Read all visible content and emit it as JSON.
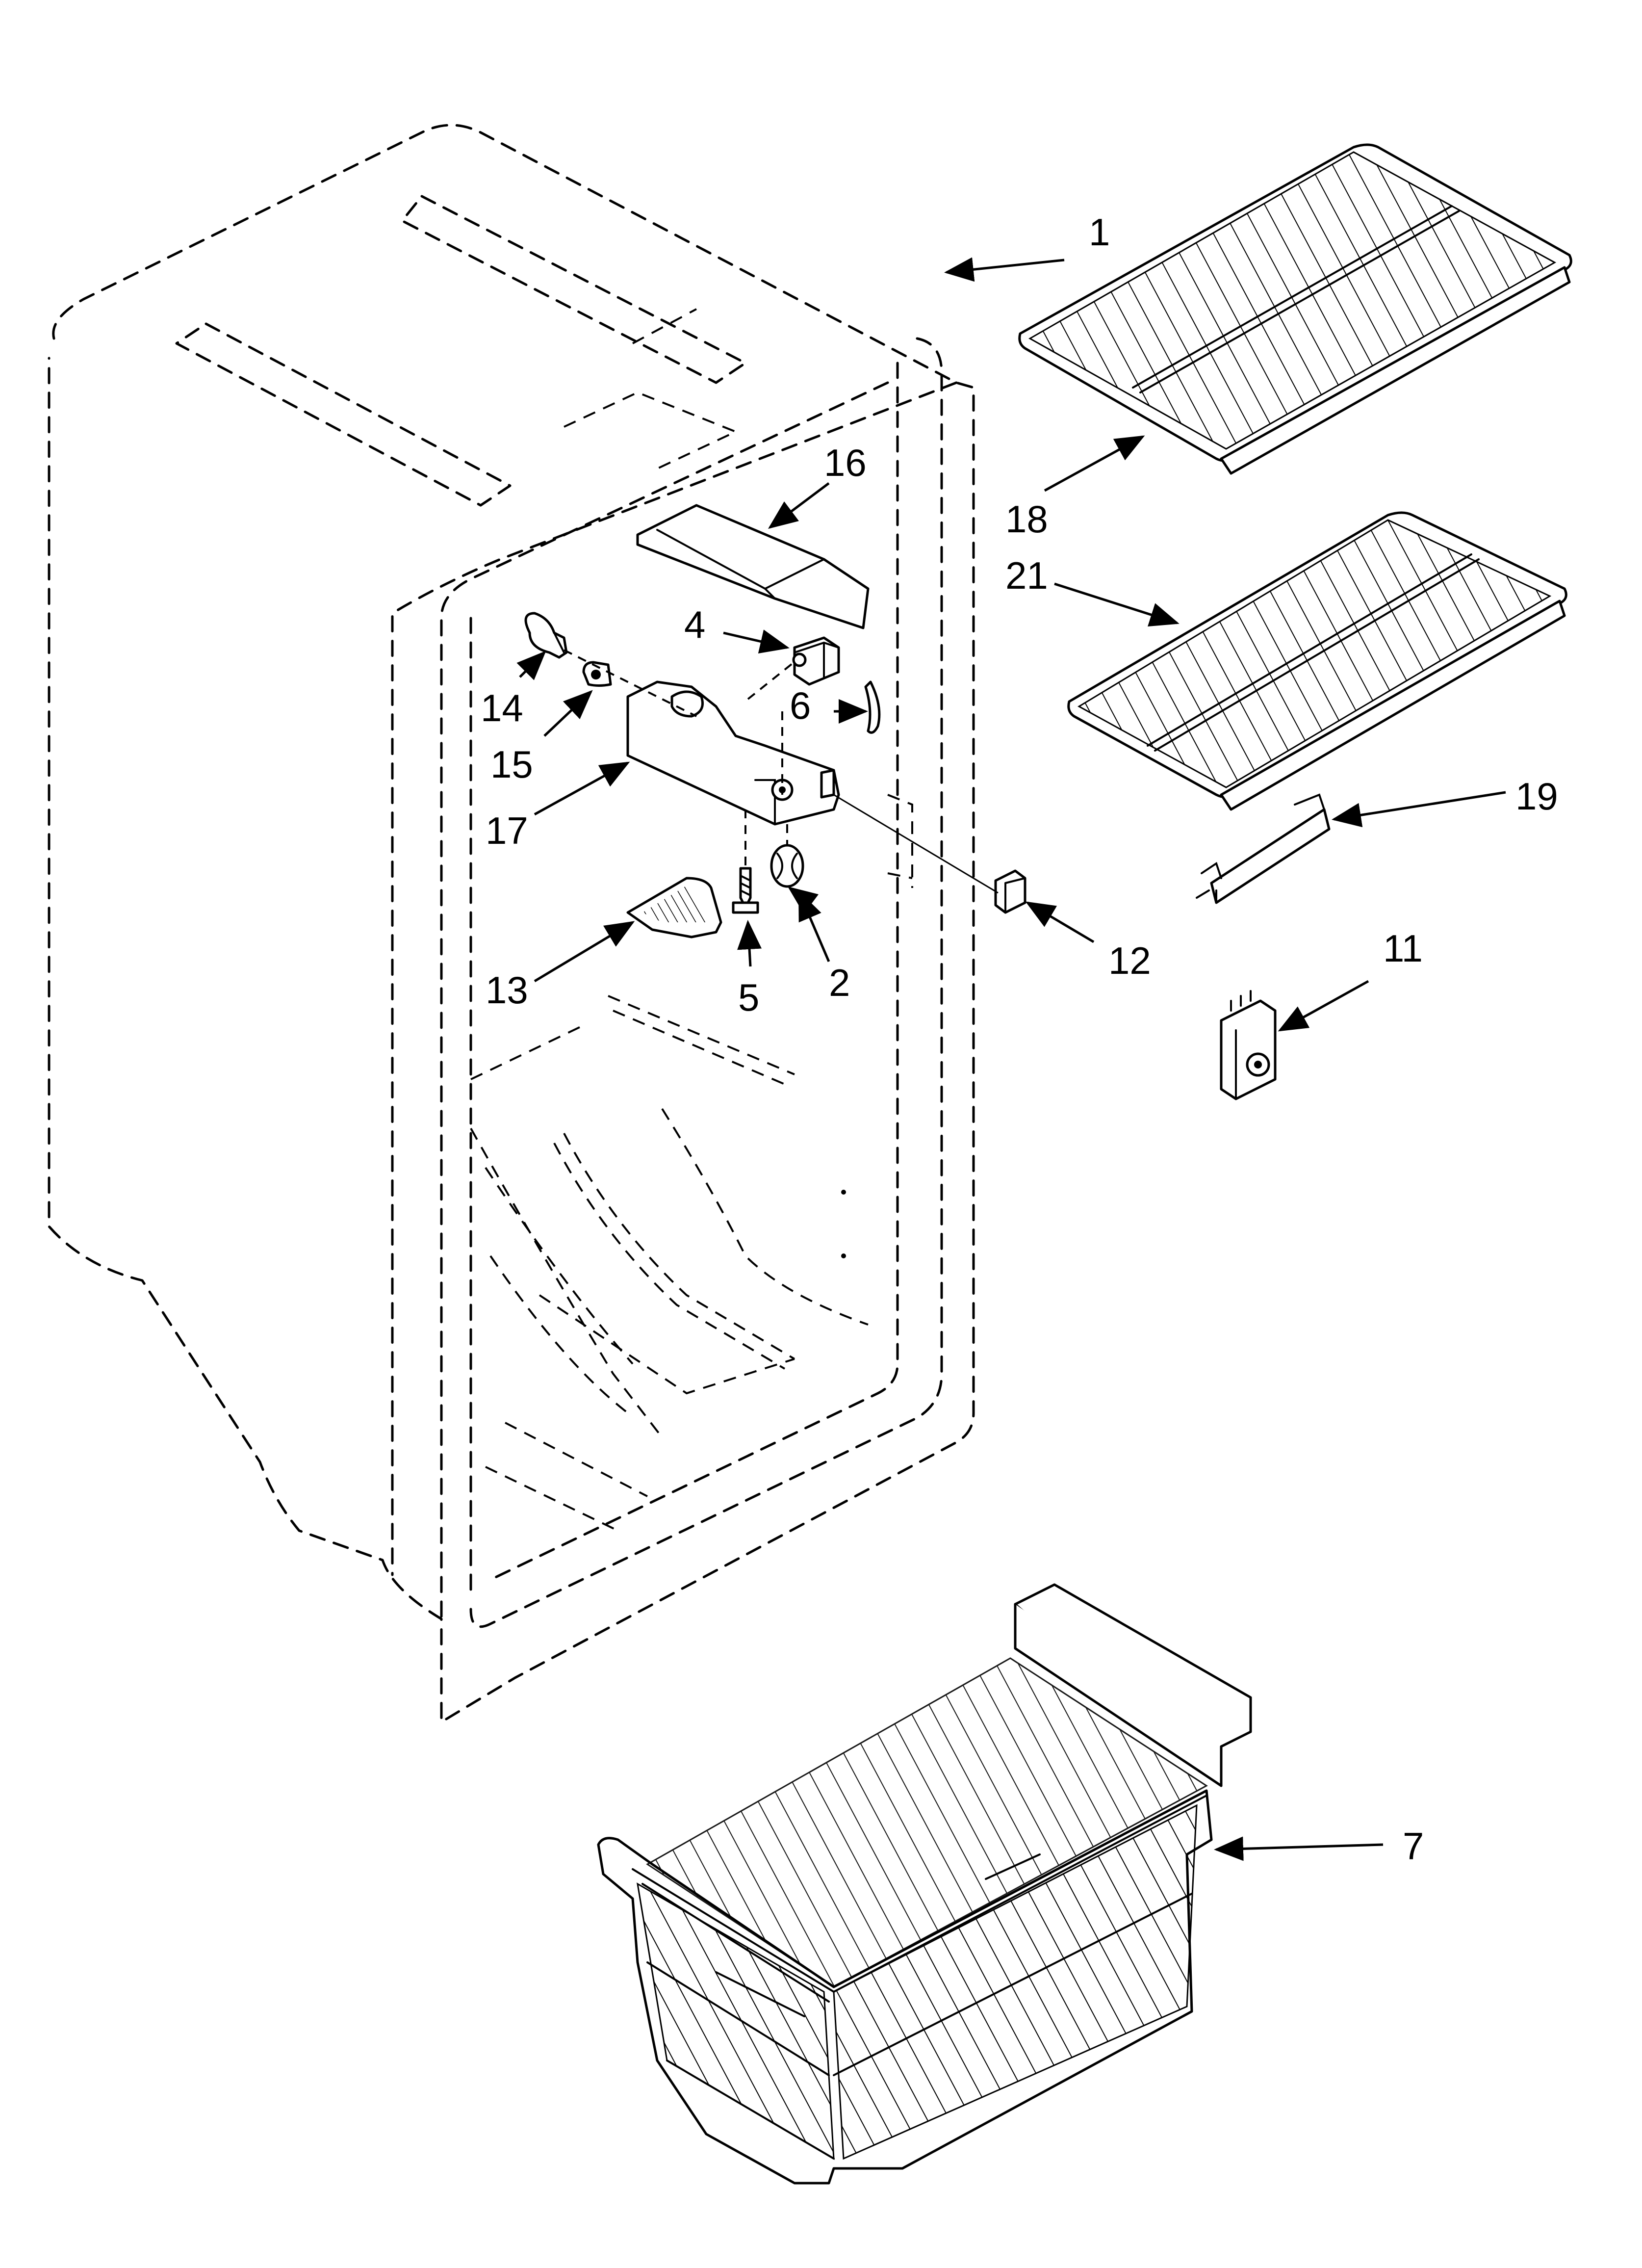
{
  "diagram": {
    "type": "exploded-parts-view",
    "callouts": [
      {
        "id": "1",
        "label": "1"
      },
      {
        "id": "2",
        "label": "2"
      },
      {
        "id": "4",
        "label": "4"
      },
      {
        "id": "5",
        "label": "5"
      },
      {
        "id": "6",
        "label": "6"
      },
      {
        "id": "7",
        "label": "7"
      },
      {
        "id": "11",
        "label": "11"
      },
      {
        "id": "12",
        "label": "12"
      },
      {
        "id": "13",
        "label": "13"
      },
      {
        "id": "14",
        "label": "14"
      },
      {
        "id": "15",
        "label": "15"
      },
      {
        "id": "16",
        "label": "16"
      },
      {
        "id": "17",
        "label": "17"
      },
      {
        "id": "18",
        "label": "18"
      },
      {
        "id": "19",
        "label": "19"
      },
      {
        "id": "21",
        "label": "21"
      }
    ]
  }
}
